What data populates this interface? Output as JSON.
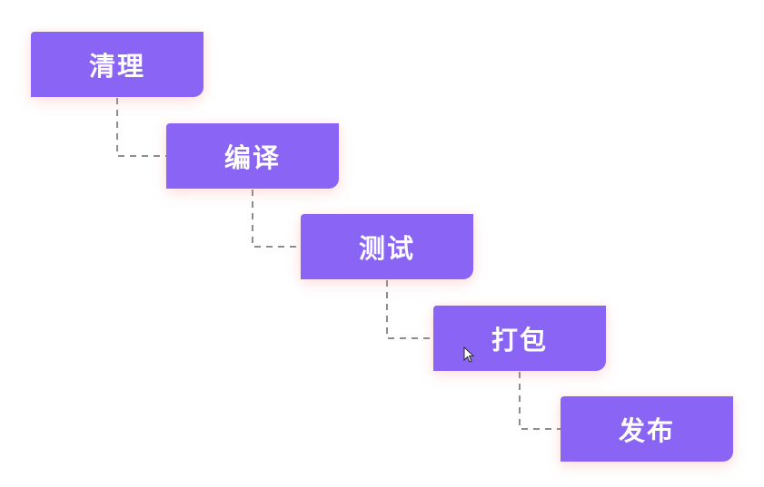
{
  "diagram": {
    "steps": [
      "清理",
      "编译",
      "测试",
      "打包",
      "发布"
    ]
  },
  "colors": {
    "box_fill": "#8a64f4",
    "connector": "#8d8d8d",
    "text": "#ffffff"
  }
}
